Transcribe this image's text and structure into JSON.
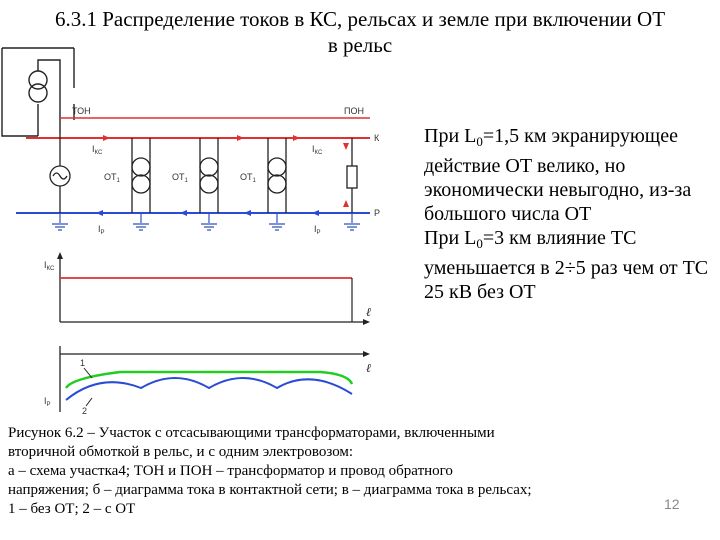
{
  "title": {
    "line1": "6.3.1 Распределение токов в КС, рельсах и земле при включении ОТ",
    "line2": "в рельс"
  },
  "diagram": {
    "labels": {
      "ton": "ТОН",
      "pon": "ПОН",
      "k": "К",
      "p": "Р",
      "ikc": "I",
      "ikc_sub": "КС",
      "ir": "I",
      "ir_sub": "Р",
      "ot": "ОТ",
      "ot_sub": "1",
      "axis_ikc": "I",
      "axis_ikc_sub": "КС",
      "axis_ir": "I",
      "axis_ir_sub": "Р",
      "axis_l": "ℓ",
      "curve1": "1",
      "curve2": "2"
    },
    "colors": {
      "contact": "#e03030",
      "rail": "#2a4bd6",
      "curve_no_ot": "#22cc22",
      "wire": "#222222",
      "ground": "#3050c0"
    }
  },
  "right": {
    "p1_a": "При L",
    "p1_sub": "0",
    "p1_b": "=1,5 км экранирующее действие ОТ велико, но экономически невыгодно, из-за большого числа ОТ",
    "p2_a": "При L",
    "p2_sub": "0",
    "p2_b": "=3 км влияние ТС уменьшается в 2÷5 раз чем от ТС 25 кВ без ОТ"
  },
  "caption": {
    "line1": "Рисунок 6.2 – Участок с отсасывающими трансформаторами, включенными",
    "line2": "вторичной обмоткой в рельс, и с одним электровозом:",
    "line3": "а – схема участка4; ТОН и ПОН – трансформатор и провод обратного",
    "line4": "напряжения; б – диаграмма тока в контактной сети; в – диаграмма тока в рельсах;",
    "line5": "1 – без ОТ; 2 – с ОТ"
  },
  "page_number": "12"
}
